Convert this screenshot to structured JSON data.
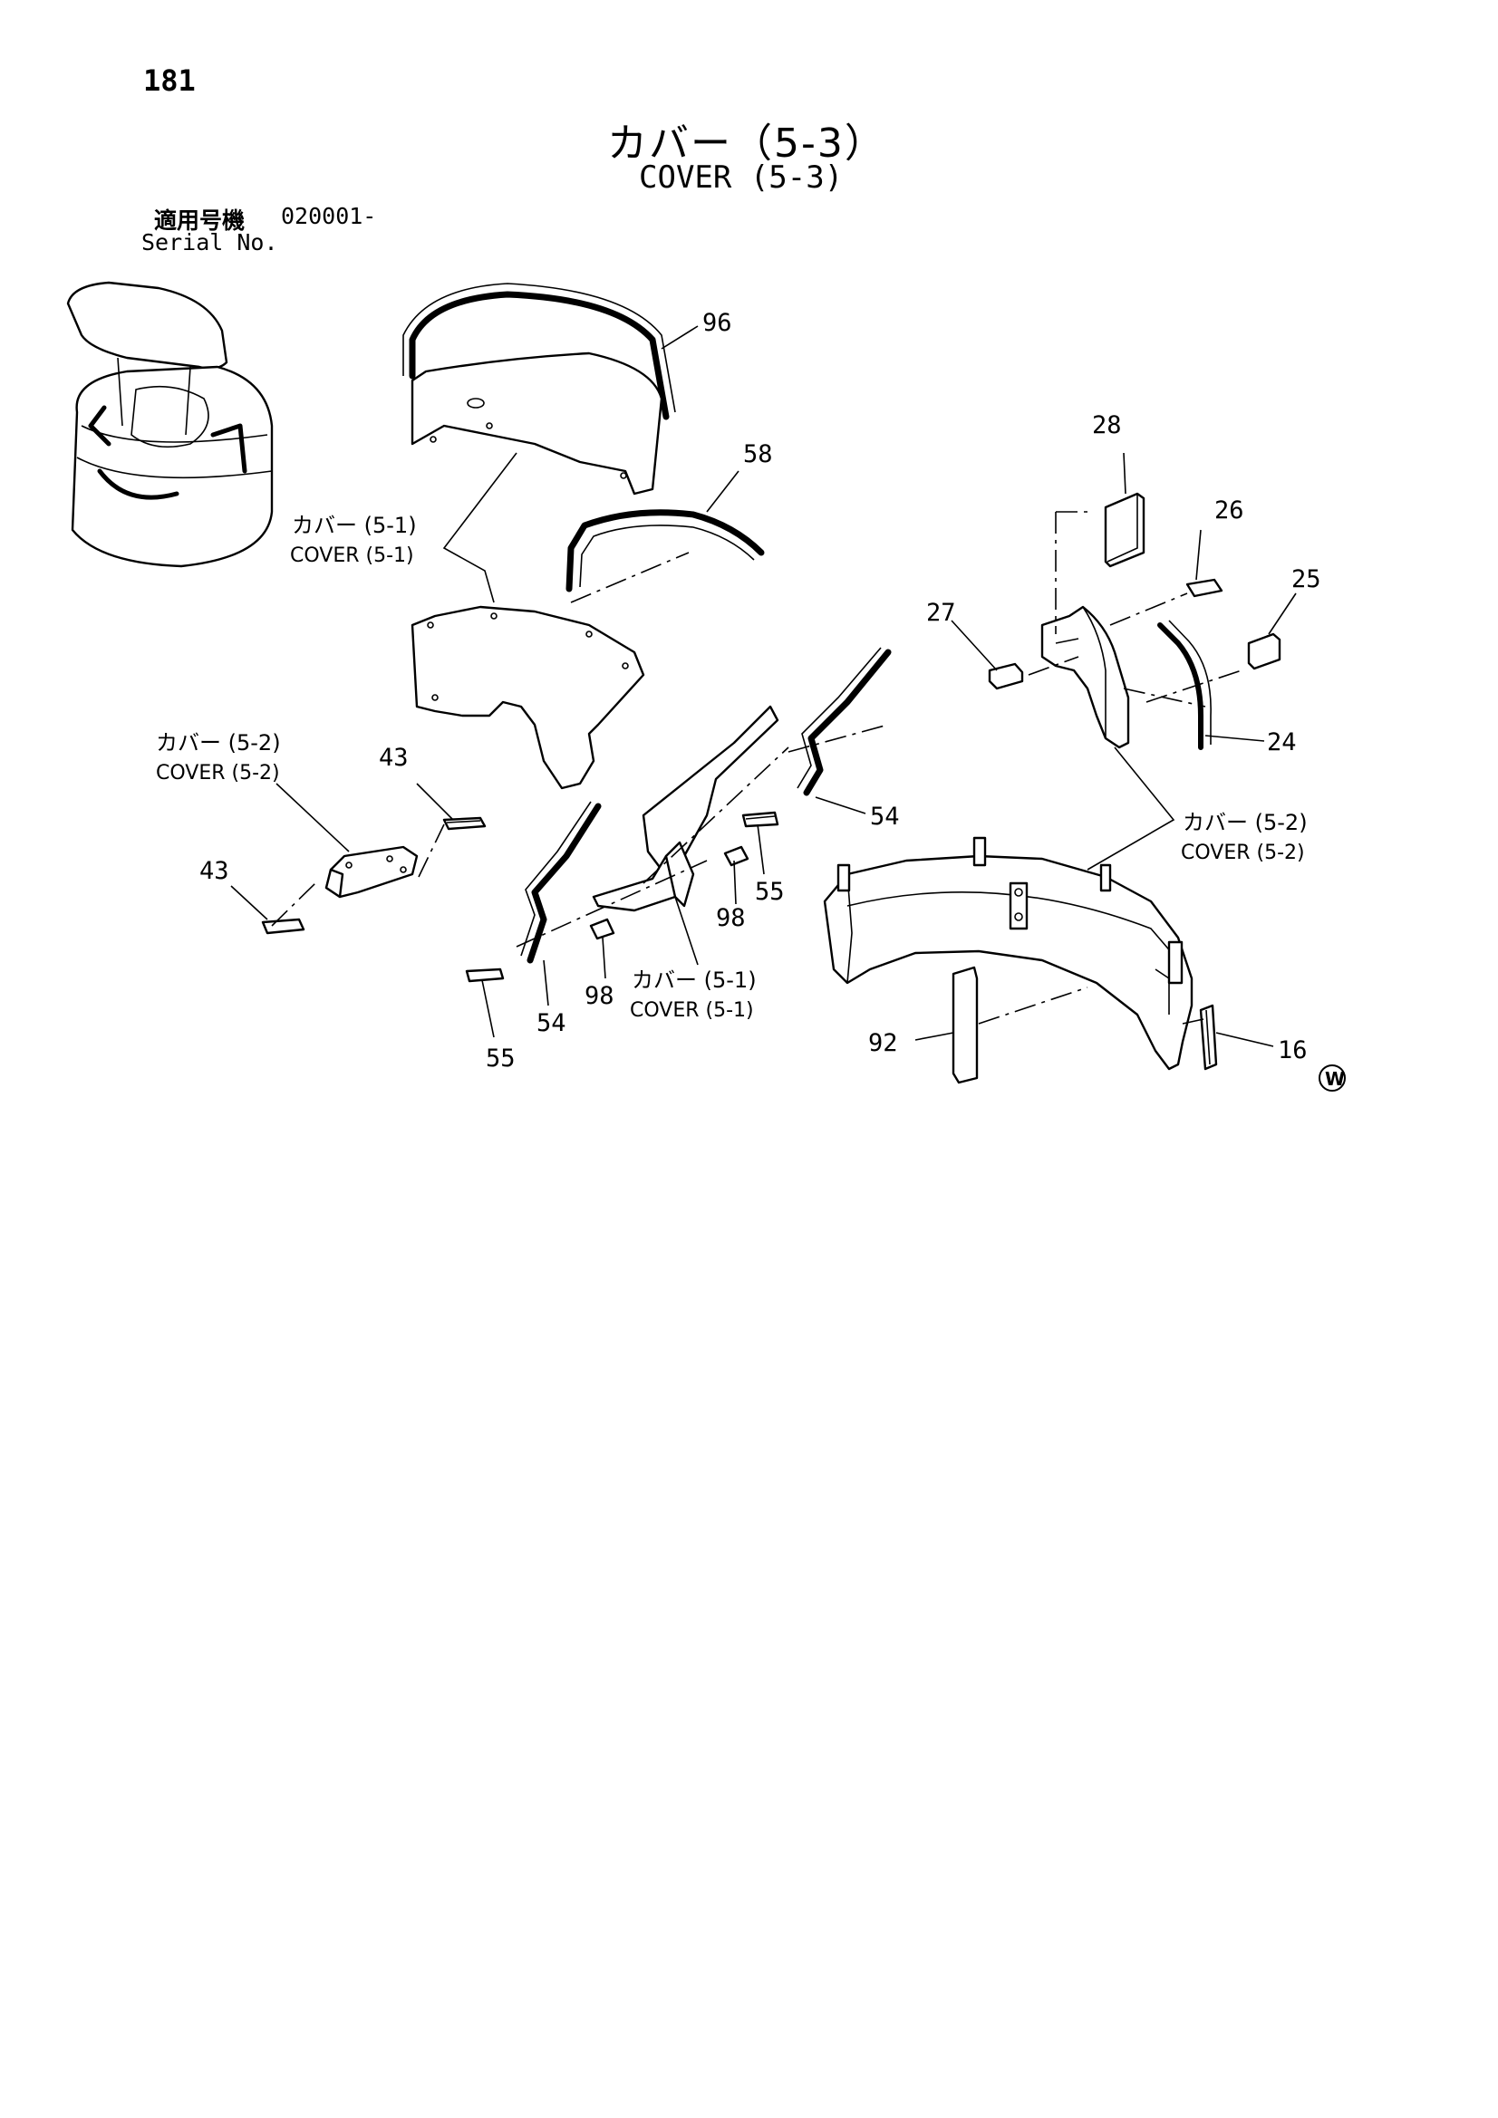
{
  "header": {
    "page_number": "181",
    "title_jp": "カバー（5-3）",
    "title_en": "COVER (5-3)",
    "serial_label_jp": "適用号機",
    "serial_value": "020001-",
    "serial_label_en": "Serial No."
  },
  "callouts": {
    "p96": "96",
    "p58": "58",
    "p28": "28",
    "p26": "26",
    "p25": "25",
    "p27": "27",
    "p24": "24",
    "p43a": "43",
    "p43b": "43",
    "p54a": "54",
    "p54b": "54",
    "p55a": "55",
    "p55b": "55",
    "p98a": "98",
    "p98b": "98",
    "p92": "92",
    "p16": "16"
  },
  "references": {
    "ref1": {
      "jp": "カバー (5-1)",
      "en": "COVER (5-1)"
    },
    "ref2": {
      "jp": "カバー (5-2)",
      "en": "COVER (5-2)"
    },
    "ref3": {
      "jp": "カバー (5-2)",
      "en": "COVER (5-2)"
    },
    "ref4": {
      "jp": "カバー (5-1)",
      "en": "COVER (5-1)"
    }
  },
  "watermark": "W"
}
